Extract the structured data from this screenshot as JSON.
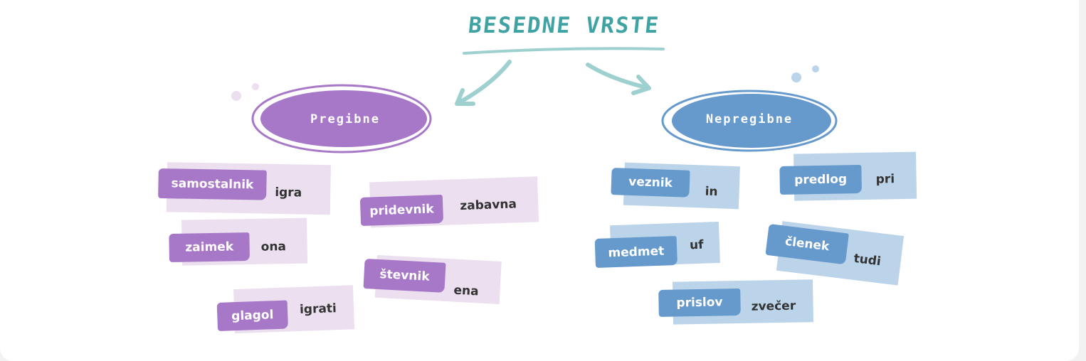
{
  "title": "BESEDNE VRSTE",
  "colors": {
    "teal": "#3fa3a3",
    "purple": "#a878c8",
    "purple_light": "#ebdff0",
    "blue": "#6699cc",
    "blue_light": "#bcd4ea"
  },
  "groups": [
    {
      "name": "Pregibne",
      "cards": [
        {
          "label": "samostalnik",
          "example": "igra"
        },
        {
          "label": "zaimek",
          "example": "ona"
        },
        {
          "label": "glagol",
          "example": "igrati"
        },
        {
          "label": "pridevnik",
          "example": "zabavna"
        },
        {
          "label": "števnik",
          "example": "ena"
        }
      ]
    },
    {
      "name": "Nepregibne",
      "cards": [
        {
          "label": "veznik",
          "example": "in"
        },
        {
          "label": "predlog",
          "example": "pri"
        },
        {
          "label": "medmet",
          "example": "uf"
        },
        {
          "label": "členek",
          "example": "tudi"
        },
        {
          "label": "prislov",
          "example": "zvečer"
        }
      ]
    }
  ]
}
